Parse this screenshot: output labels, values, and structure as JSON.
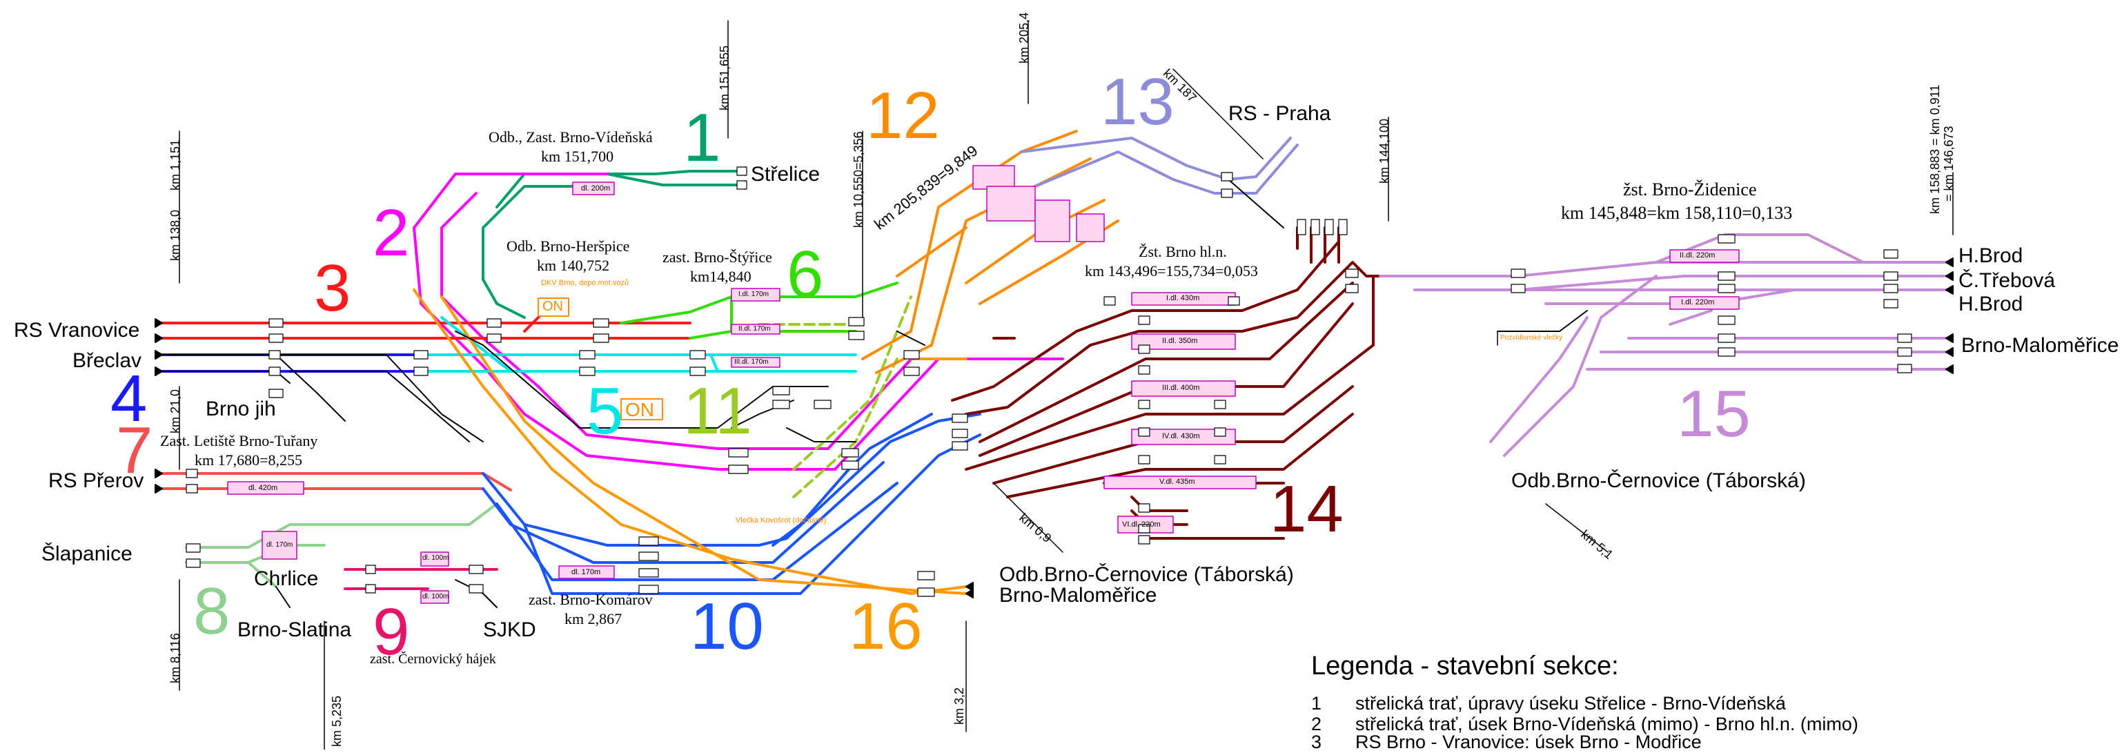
{
  "colors": {
    "s1": "#00a06a",
    "s2": "#ff00ff",
    "s3": "#ff1a1a",
    "s4": "#1a1aff",
    "s5": "#00e5e5",
    "s6": "#33dd00",
    "s7": "#f05050",
    "s8": "#8fd18f",
    "s9": "#e8126a",
    "s10": "#1a55ff",
    "s11": "#99cc22",
    "s12": "#ff8c00",
    "s13": "#8c8cd9",
    "s14": "#7a0000",
    "s15": "#c78ad6",
    "s16": "#ff9900",
    "black": "#000000",
    "box": "#ffd6f0"
  },
  "sections": {
    "n1": "1",
    "n2": "2",
    "n3": "3",
    "n4": "4",
    "n5": "5",
    "n6": "6",
    "n7": "7",
    "n8": "8",
    "n9": "9",
    "n10": "10",
    "n11": "11",
    "n12": "12",
    "n13": "13",
    "n14": "14",
    "n15": "15",
    "n16": "16"
  },
  "places": {
    "strelice": "Střelice",
    "rs_praha": "RS - Praha",
    "rs_vranovice": "RS Vranovice",
    "breclav": "Břeclav",
    "brno_jih": "Brno jih",
    "rs_prerov": "RS Přerov",
    "slapanice": "Šlapanice",
    "chrlice": "Chrlice",
    "brno_slatina": "Brno-Slatina",
    "sjkd": "SJKD",
    "hbrod1": "H.Brod",
    "ctrebova": "Č.Třebová",
    "hbrod2": "H.Brod",
    "brno_malomerice_r": "Brno-Maloměřice",
    "odb_cernovice_r": "Odb.Brno-Černovice (Táborská)",
    "odb_cernovice_b": "Odb.Brno-Černovice (Táborská)",
    "brno_malomerice_b": "Brno-Maloměřice",
    "on1": "ON",
    "on2": "ON"
  },
  "stations": {
    "videnska_1": "Odb., Zast. Brno-Vídeňská",
    "videnska_2": "km 151,700",
    "herspice_1": "Odb. Brno-Heršpice",
    "herspice_2": "km 140,752",
    "styrice_1": "zast. Brno-Štýřice",
    "styrice_2": "km14,840",
    "hl_1": "Žst. Brno hl.n.",
    "hl_2": "km 143,496=155,734=0,053",
    "zidenice_1": "žst. Brno-Židenice",
    "zidenice_2": "km 145,848=km 158,110=0,133",
    "turany_1": "Zast. Letiště Brno-Tuřany",
    "turany_2": "km 17,680=8,255",
    "komarov_1": "zast. Brno-Komárov",
    "komarov_2": "km 2,867",
    "cernovicky": "zast. Černovický hájek",
    "km_12": "km 205,839=9,849",
    "dkv": "DKV Brno, depo.mot.vozů",
    "vlecka_kovo": "Vlečka Kovošrot (dočasně)",
    "vlecka_pzv": "Pozvídlonské vlečky"
  },
  "kms": {
    "k151655": "km 151,655",
    "k2054": "km 205,4",
    "k10550": "km 10,550=5,356",
    "k187": "km 187",
    "k144100": "km 144,100",
    "k158883": "km 158,883 = km 0,911",
    "k146673": "= km 146,673",
    "k1151": "km 1,151",
    "k1380": "km 138,0",
    "k210": "km 21,0",
    "k8116": "km 8,116",
    "k5235": "km 5,235",
    "k32": "km 3,2",
    "k09": "km 0,9",
    "k51": "km 5,1"
  },
  "platforms": {
    "p1": "I.dl. 430m",
    "p2": "II.dl. 350m",
    "p3": "III.dl. 400m",
    "p4": "IV.dl. 430m",
    "p5": "V.dl. 435m",
    "p6": "VI.dl. 220m",
    "z1": "II.dl. 220m",
    "z2": "I.dl. 220m",
    "st1": "I.dl. 170m",
    "st2": "II.dl. 170m",
    "st3": "III.dl. 170m",
    "v1": "dl. 200m",
    "t1": "dl. 420m",
    "sl1": "dl. 170m",
    "ko1": "dl. 170m",
    "c1": "dl. 100m",
    "c2": "dl. 100m"
  },
  "legend": {
    "title": "Legenda - stavební sekce:",
    "items": [
      {
        "num": "1",
        "text": "střelická trať, úpravy úseku Střelice - Brno-Vídeňská"
      },
      {
        "num": "2",
        "text": "střelická trať, úsek Brno-Vídeňská (mimo) - Brno hl.n. (mimo)"
      },
      {
        "num": "3",
        "text": "RS Brno - Vranovice: úsek Brno - Modřice"
      }
    ]
  }
}
